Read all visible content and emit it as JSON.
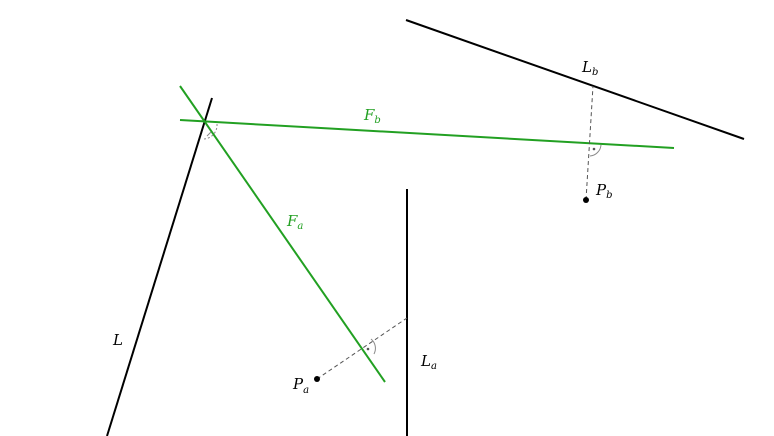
{
  "labels": {
    "L": {
      "base": "L",
      "sub": ""
    },
    "L_a": {
      "base": "L",
      "sub": "a"
    },
    "L_b": {
      "base": "L",
      "sub": "b"
    },
    "F_a": {
      "base": "F",
      "sub": "a"
    },
    "F_b": {
      "base": "F",
      "sub": "b"
    },
    "P_a": {
      "base": "P",
      "sub": "a"
    },
    "P_b": {
      "base": "P",
      "sub": "b"
    }
  },
  "colors": {
    "line": "#000000",
    "fold": "#22a022",
    "projection": "#555555",
    "angle_mark": "#888888"
  }
}
